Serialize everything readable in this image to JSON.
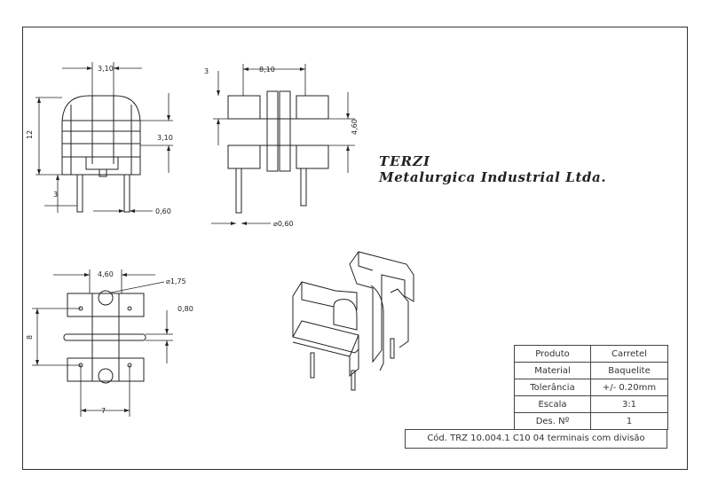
{
  "company": {
    "name": "TERZI",
    "fullname": "Metalurgica Industrial Ltda."
  },
  "title_block": {
    "rows": [
      {
        "label": "Produto",
        "value": "Carretel"
      },
      {
        "label": "Material",
        "value": "Baquelite"
      },
      {
        "label": "Tolerância",
        "value": "+/- 0.20mm"
      },
      {
        "label": "Escala",
        "value": "3:1"
      },
      {
        "label": "Des. Nº",
        "value": "1"
      }
    ],
    "code": "Cód. TRZ 10.004.1 C10 04 terminais com divisão"
  },
  "dimensions": {
    "front_top_width": "3,10",
    "front_height": "12",
    "front_right": "3,10",
    "front_bottom": "3",
    "front_pin": "0,60",
    "side_top_left": "3",
    "side_width": "8,10",
    "side_height": "4,60",
    "side_pin": "⌀0,60",
    "top_width": "4,60",
    "top_hole": "⌀1,75",
    "top_divider": "0,80",
    "top_height": "8",
    "top_pitch": "7"
  }
}
